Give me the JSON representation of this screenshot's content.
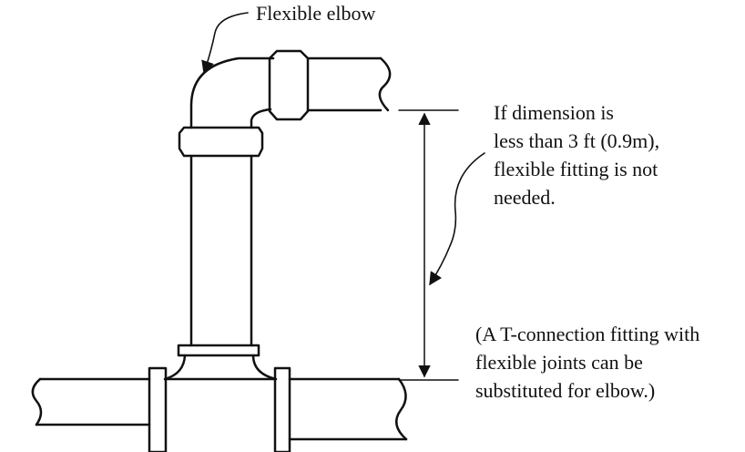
{
  "labels": {
    "flexible_elbow": "Flexible elbow"
  },
  "notes": {
    "dimension": [
      "If dimension is",
      "less than 3 ft (0.9m),",
      "flexible fitting is not",
      "needed."
    ],
    "tee_connection": [
      "(A T-connection fitting with",
      "flexible joints can be",
      "substituted for elbow.)"
    ]
  },
  "colors": {
    "ink": "#111111",
    "background": "#ffffff"
  }
}
